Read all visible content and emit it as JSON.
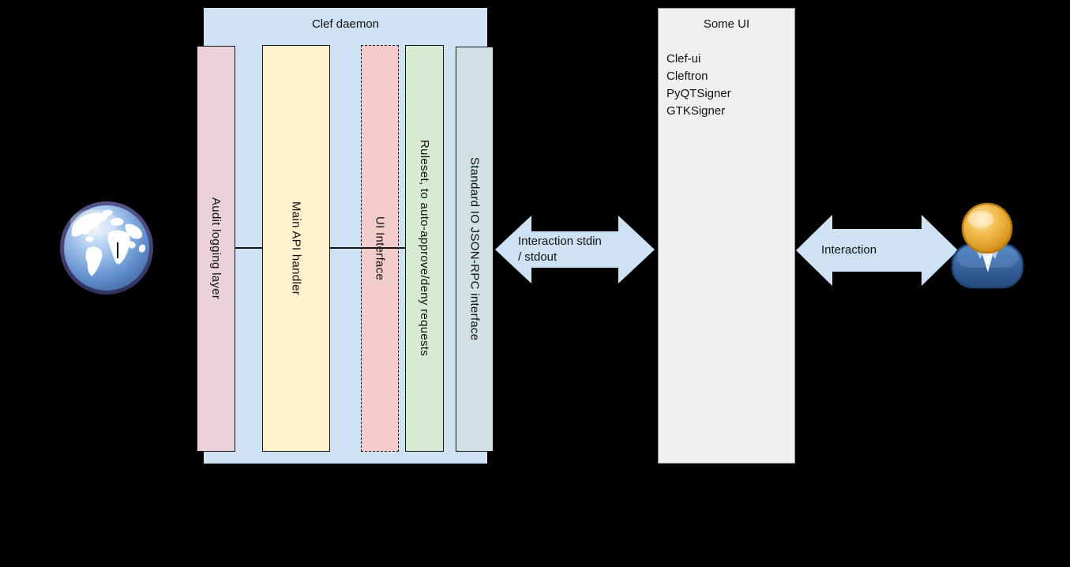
{
  "diagram": {
    "background": "#000000"
  },
  "clef_daemon": {
    "title": "Clef daemon",
    "container_color": "#cfe2f3",
    "bars": [
      {
        "label": "Audit logging layer",
        "color": "#ead1dc"
      },
      {
        "label": "Main API handler",
        "color": "#fff2cc"
      },
      {
        "label": "UI Interface",
        "color": "#f4cccc"
      },
      {
        "label": "Ruleset, to auto-approve/deny requests",
        "color": "#d9ead3"
      },
      {
        "label": "Standard IO JSON-RPC interface",
        "color": "#d0e0e3"
      }
    ]
  },
  "some_ui": {
    "title": "Some UI",
    "color": "#f0f0f0",
    "items": [
      "Clef-ui",
      "Cleftron",
      "PyQTSigner",
      "GTKSigner"
    ]
  },
  "arrows": {
    "color": "#cfe2f3",
    "left": {
      "line1": "Interaction stdin",
      "line2": "/ stdout"
    },
    "right": {
      "label": "Interaction"
    }
  },
  "icons": {
    "globe": "internet-globe-icon",
    "user": "user-icon"
  }
}
